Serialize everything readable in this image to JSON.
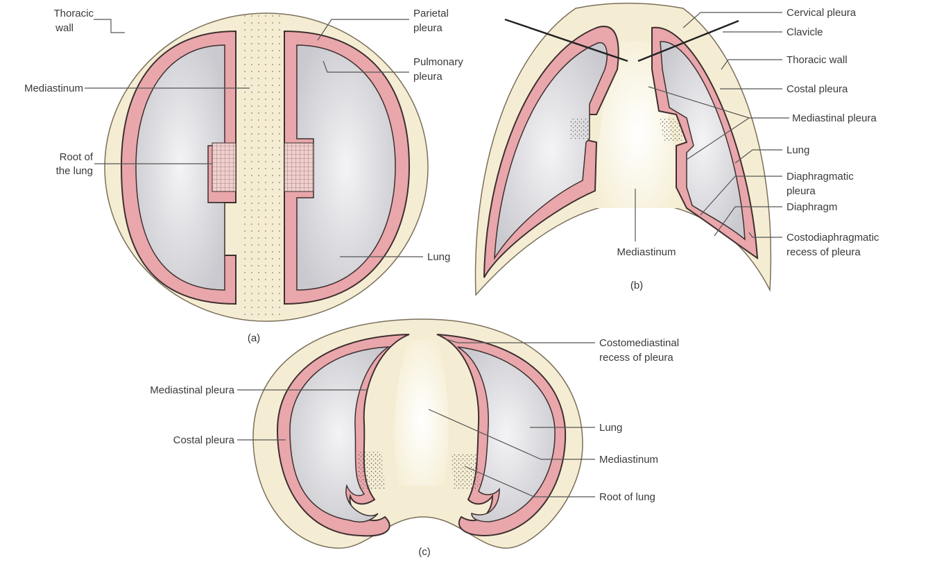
{
  "colors": {
    "wall": "#f5edd3",
    "wall_edge": "#7a6f5a",
    "pleura": "#e9a7ab",
    "pleura_edge": "#3d2f2f",
    "lung": "#d3d3d8",
    "mediastinum": "#f8f1dc"
  },
  "figure_a": {
    "caption": "(a)",
    "labels": {
      "thoracic_wall_1": "Thoracic",
      "thoracic_wall_2": "wall",
      "mediastinum": "Mediastinum",
      "root_1": "Root of",
      "root_2": "the lung",
      "parietal_1": "Parietal",
      "parietal_2": "pleura",
      "pulmonary_1": "Pulmonary",
      "pulmonary_2": "pleura",
      "lung": "Lung"
    }
  },
  "figure_b": {
    "caption": "(b)",
    "labels": {
      "cervical": "Cervical pleura",
      "clavicle": "Clavicle",
      "thoracic_wall": "Thoracic wall",
      "costal": "Costal pleura",
      "mediastinal": "Mediastinal pleura",
      "lung": "Lung",
      "diaph_pleura_1": "Diaphragmatic",
      "diaph_pleura_2": "pleura",
      "diaphragm": "Diaphragm",
      "costodiaph_1": "Costodiaphragmatic",
      "costodiaph_2": "recess of pleura",
      "mediastinum": "Mediastinum"
    }
  },
  "figure_c": {
    "caption": "(c)",
    "labels": {
      "costomed_1": "Costomediastinal",
      "costomed_2": "recess of pleura",
      "mediastinal": "Mediastinal pleura",
      "costal": "Costal pleura",
      "lung": "Lung",
      "mediastinum": "Mediastinum",
      "root": "Root of lung"
    }
  }
}
